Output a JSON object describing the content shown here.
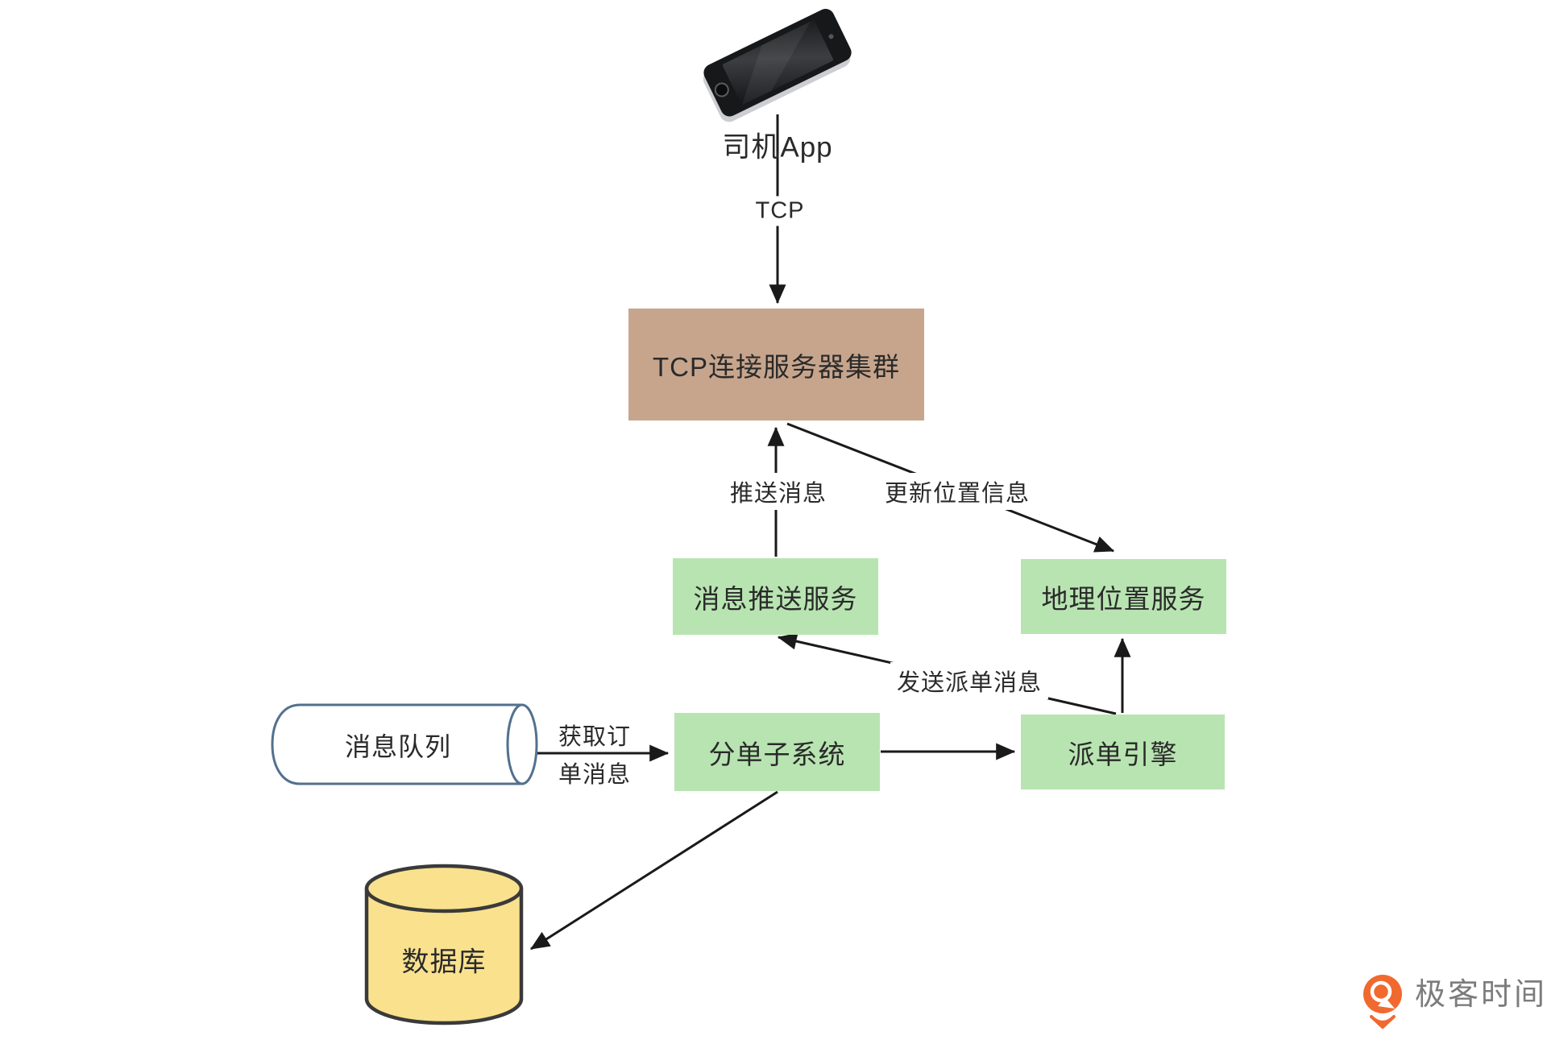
{
  "diagram": {
    "nodes": {
      "driver_app": {
        "label": "司机App"
      },
      "tcp_cluster": {
        "label": "TCP连接服务器集群"
      },
      "msg_push": {
        "label": "消息推送服务"
      },
      "geo_service": {
        "label": "地理位置服务"
      },
      "order_split": {
        "label": "分单子系统"
      },
      "dispatch_engine": {
        "label": "派单引擎"
      },
      "msg_queue": {
        "label": "消息队列"
      },
      "database": {
        "label": "数据库"
      }
    },
    "edges": {
      "tcp": {
        "label": "TCP"
      },
      "push_msg": {
        "label": "推送消息"
      },
      "update_location": {
        "label": "更新位置信息"
      },
      "send_dispatch": {
        "label": "发送派单消息"
      },
      "get_order": {
        "label": "获取订\n单消息"
      }
    }
  },
  "footer": {
    "logo_text": "极客时间"
  },
  "colors": {
    "box_brown": "#c7a58d",
    "box_green": "#b8e4b1",
    "db_yellow": "#f9e18e",
    "db_stroke": "#3a3a3a",
    "queue_stroke": "#53718e",
    "line": "#1a1a1a",
    "text": "#2a2a2a",
    "logo_orange": "#f1692e",
    "logo_gray": "#7c7c7c"
  }
}
